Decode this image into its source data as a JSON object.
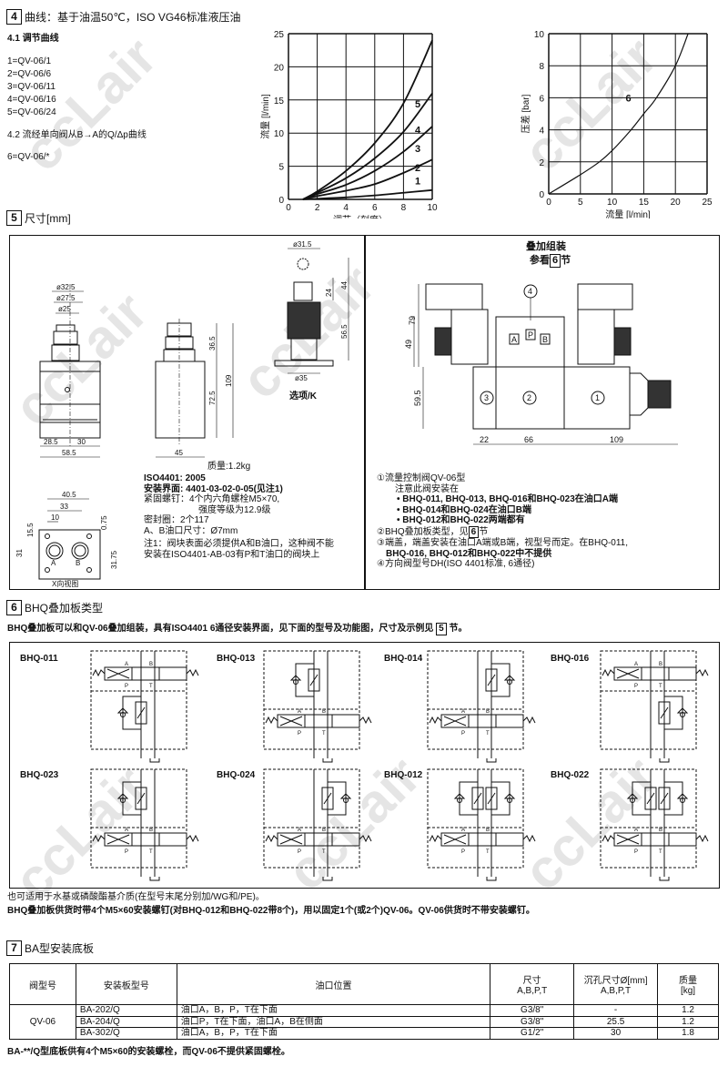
{
  "watermark": "ccLair",
  "section4": {
    "num": "4",
    "title": "曲线：基于油温50℃，ISO VG46标准液压油",
    "sub1": "4.1 调节曲线",
    "legend": [
      "1=QV-06/1",
      "2=QV-06/6",
      "3=QV-06/11",
      "4=QV-06/16",
      "5=QV-06/24"
    ],
    "sub2": "4.2 流经单向阀从B→A的Q/Δp曲线",
    "legend2": "6=QV-06/*"
  },
  "chart_data": [
    {
      "type": "line",
      "title": "调节曲线",
      "xlabel": "调节（刻度）",
      "ylabel": "流量 [l/min]",
      "xlim": [
        0,
        10
      ],
      "ylim": [
        0,
        25
      ],
      "xticks": [
        "0",
        "2",
        "4",
        "6",
        "8",
        "10"
      ],
      "yticks": [
        "0",
        "5",
        "10",
        "15",
        "20",
        "25"
      ],
      "grid": true,
      "series": [
        {
          "name": "1",
          "x": [
            1,
            2,
            4,
            6,
            8,
            10
          ],
          "y": [
            0,
            0.1,
            0.3,
            0.6,
            1.0,
            1.4
          ]
        },
        {
          "name": "2",
          "x": [
            1,
            2,
            4,
            6,
            8,
            10
          ],
          "y": [
            0,
            0.5,
            1.3,
            2.3,
            4.0,
            6.0
          ]
        },
        {
          "name": "3",
          "x": [
            1,
            2,
            4,
            6,
            8,
            10
          ],
          "y": [
            0,
            0.8,
            2.2,
            4.3,
            7.2,
            11.0
          ]
        },
        {
          "name": "4",
          "x": [
            1,
            2,
            4,
            6,
            8,
            10
          ],
          "y": [
            0,
            1.0,
            3.2,
            6.2,
            10.2,
            16.0
          ]
        },
        {
          "name": "5",
          "x": [
            1,
            2,
            4,
            6,
            8,
            10
          ],
          "y": [
            0,
            1.2,
            4.3,
            8.5,
            14.5,
            24.0
          ]
        }
      ]
    },
    {
      "type": "line",
      "title": "Q/Δp曲线",
      "xlabel": "流量 [l/min]",
      "ylabel": "压差 [bar]",
      "xlim": [
        0,
        25
      ],
      "ylim": [
        0,
        10
      ],
      "xticks": [
        "0",
        "5",
        "10",
        "15",
        "20",
        "25"
      ],
      "yticks": [
        "0",
        "2",
        "4",
        "6",
        "8",
        "10"
      ],
      "grid": true,
      "series": [
        {
          "name": "6",
          "x": [
            0,
            5,
            8,
            10,
            13,
            15,
            17,
            20,
            22
          ],
          "y": [
            0,
            1.2,
            2.0,
            2.7,
            4.0,
            5.0,
            6.0,
            8.0,
            10.0
          ]
        }
      ]
    }
  ],
  "section5": {
    "num": "5",
    "title": "尺寸[mm]",
    "dims_front": [
      "ø32.5",
      "ø27.5",
      "ø25",
      "28.5",
      "30",
      "58.5"
    ],
    "dims_side": [
      "36.5",
      "72.5",
      "109",
      "45"
    ],
    "dims_k": [
      "ø31.5",
      "24",
      "44",
      "56.5",
      "ø35"
    ],
    "option_k": "选项/K",
    "mass": "质量:1.2kg",
    "spec": [
      "ISO4401: 2005",
      "安装界面: 4401-03-02-0-05(见注1)",
      "紧固螺钉：4个内六角螺栓M5×70,",
      "强度等级为12.9级",
      "密封圈：2个117",
      "A、B油口尺寸：Ø7mm",
      "注1：阀块表面必须提供A和B油口，这种阀不能",
      "安装在ISO4401-AB-03有P和T油口的阀块上"
    ],
    "xview": {
      "label": "X向视图",
      "dims": [
        "40.5",
        "33",
        "10",
        "15.5",
        "31",
        "0.75",
        "31.75"
      ],
      "ports": [
        "A",
        "B"
      ]
    },
    "assembly_title": "叠加组装",
    "assembly_ref_pre": "参看",
    "assembly_ref_num": "6",
    "assembly_ref_post": "节",
    "assembly_ports": [
      "A",
      "P",
      "B"
    ],
    "assembly_callouts": [
      "4",
      "3",
      "2",
      "1"
    ],
    "assembly_dims": [
      "79",
      "49",
      "59.5",
      "22",
      "66",
      "109"
    ],
    "notes": [
      "①流量控制阀QV-06型",
      "注意此阀安装在",
      "• BHQ-011, BHQ-013, BHQ-016和BHQ-023在油口A端",
      "• BHQ-014和BHQ-024在油口B端",
      "• BHQ-012和BHQ-022两端都有",
      "②BHQ叠加板类型，见",
      "6",
      "节",
      "③端盖，端盖安装在油口A端或B端，视型号而定。在BHQ-011,",
      "BHQ-016, BHQ-012和BHQ-022中不提供",
      "④方向阀型号DH(ISO 4401标准, 6通径)"
    ]
  },
  "section6": {
    "num": "6",
    "title": "BHQ叠加板类型",
    "intro_pre": "BHQ叠加板可以和QV-06叠加组装，具有ISO4401 6通径安装界面，见下面的型号及功能图，尺寸及示例见",
    "intro_num": "5",
    "intro_post": "节。",
    "types": [
      "BHQ-011",
      "BHQ-013",
      "BHQ-014",
      "BHQ-016",
      "BHQ-023",
      "BHQ-024",
      "BHQ-012",
      "BHQ-022"
    ],
    "port_labels": [
      "A",
      "B",
      "P",
      "T"
    ],
    "footnote1": "也可适用于水基或磷酸酯基介质(在型号末尾分别加/WG和/PE)。",
    "footnote2": "BHQ叠加板供货时带4个M5×60安装螺钉(对BHQ-012和BHQ-022带8个)，用以固定1个(或2个)QV-06。QV-06供货时不带安装螺钉。"
  },
  "section7": {
    "num": "7",
    "title": "BA型安装底板",
    "headers": [
      "阀型号",
      "安装板型号",
      "油口位置",
      "尺寸\nA,B,P,T",
      "沉孔尺寸Ø[mm]\nA,B,P,T",
      "质量\n[kg]"
    ],
    "valve": "QV-06",
    "rows": [
      {
        "plate": "BA-202/Q",
        "ports": "油口A，B，P，T在下面",
        "size": "G3/8\"",
        "cb": "-",
        "mass": "1.2"
      },
      {
        "plate": "BA-204/Q",
        "ports": "油口P，T在下面，油口A，B在侧面",
        "size": "G3/8\"",
        "cb": "25.5",
        "mass": "1.2"
      },
      {
        "plate": "BA-302/Q",
        "ports": "油口A，B，P，T在下面",
        "size": "G1/2\"",
        "cb": "30",
        "mass": "1.8"
      }
    ],
    "note": "BA-**/Q型底板供有4个M5×60的安装螺栓，而QV-06不提供紧固螺栓。"
  }
}
